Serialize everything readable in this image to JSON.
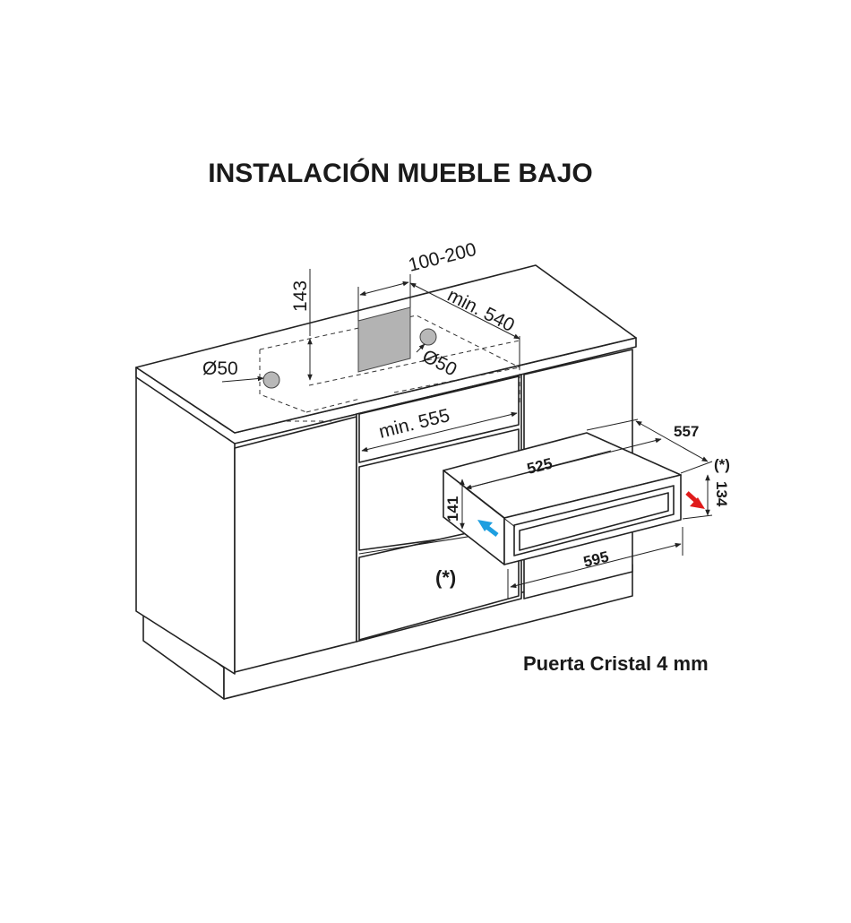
{
  "title": "INSTALACIÓN MUEBLE BAJO",
  "caption": "Puerta Cristal 4 mm",
  "dimensions": {
    "height_143": "143",
    "range_100_200": "100-200",
    "min_540": "min. 540",
    "diam_left": "Ø50",
    "diam_right": "Ø50",
    "min_555": "min. 555",
    "depth_557": "557",
    "width_525": "525",
    "height_141": "141",
    "asterisk_right": "(*)",
    "height_134": "134",
    "width_595": "595",
    "asterisk_drawer": "(*)"
  },
  "colors": {
    "outline": "#222222",
    "vent_panel": "#b3b3b3",
    "pipe_hole": "#b8b8b8",
    "air_in_arrow": "#1e9fe0",
    "air_out_arrow": "#e01b1b"
  }
}
